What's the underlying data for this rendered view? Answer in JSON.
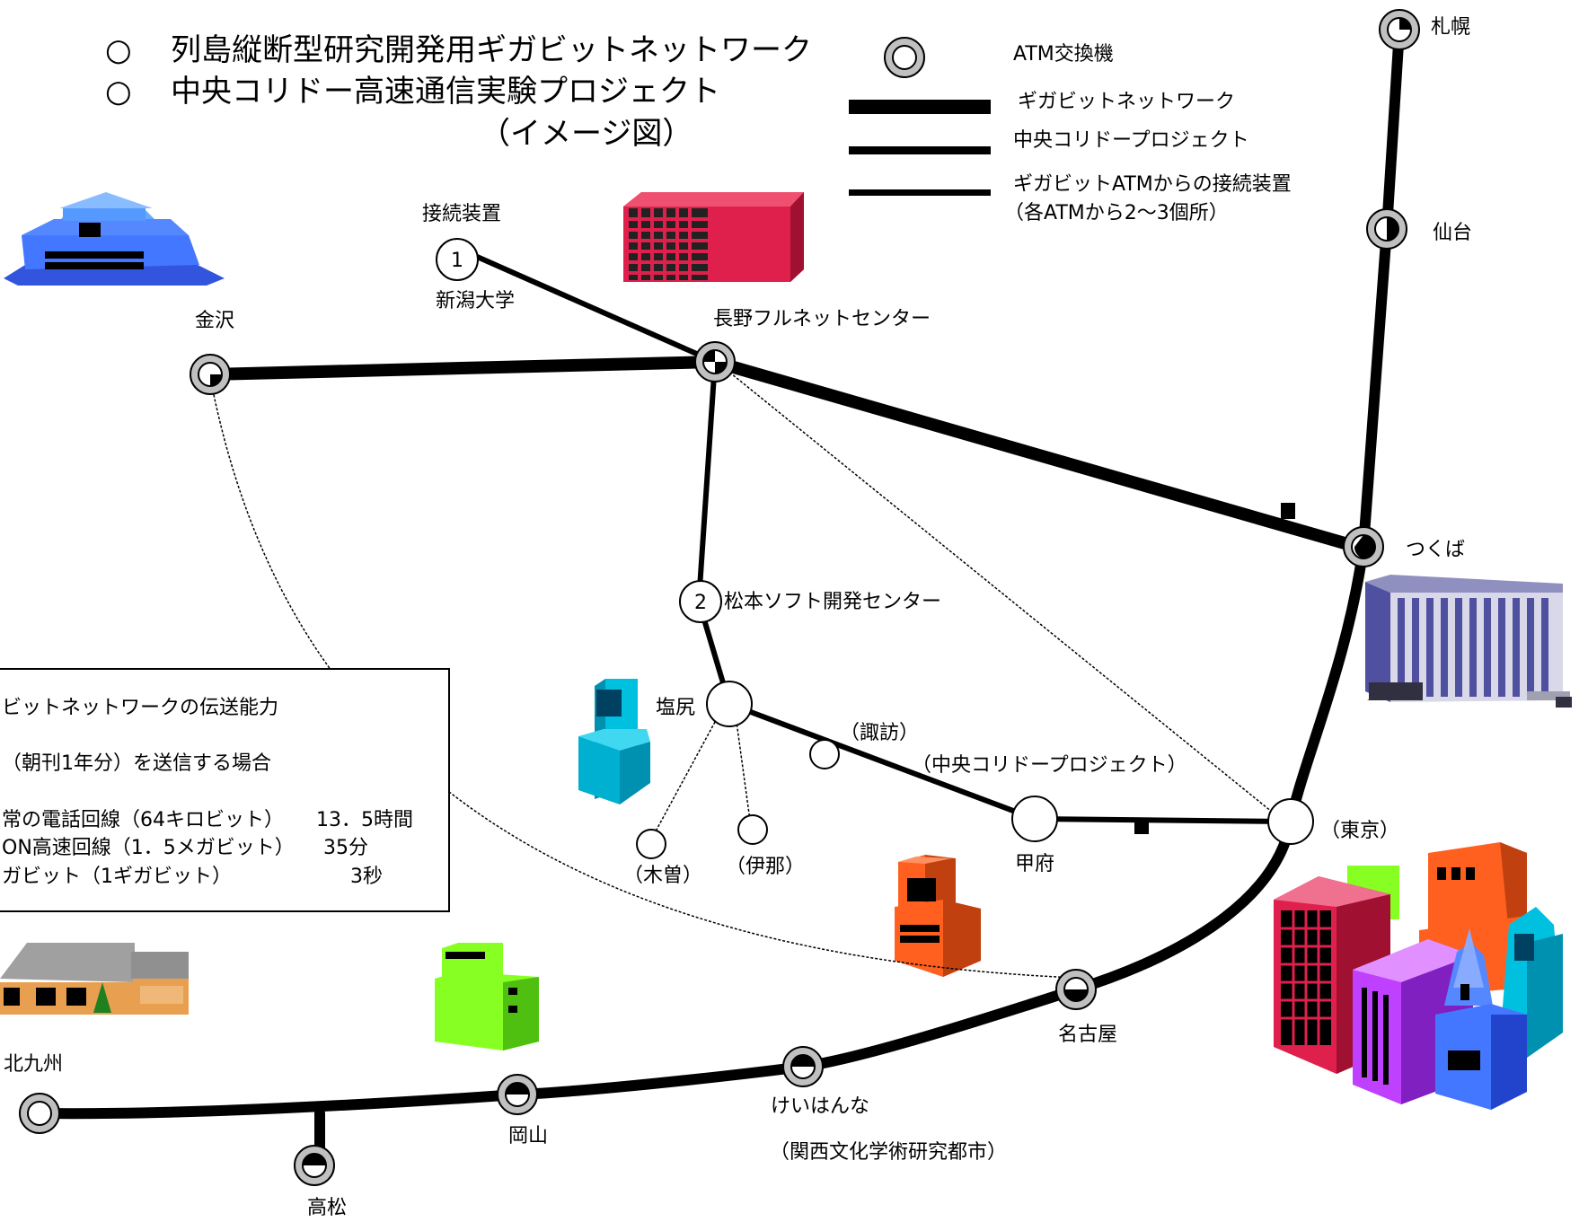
{
  "titles": {
    "line1": "列島縦断型研究開発用ギガビットネットワーク",
    "line2": "中央コリドー高速通信実験プロジェクト",
    "subtitle": "（イメージ図）",
    "bullet": "○"
  },
  "legend": {
    "atm": "ATM交換機",
    "gigabit": "ギガビットネットワーク",
    "corridor": "中央コリドープロジェクト",
    "connector_line1": "ギガビットATMからの接続装置",
    "connector_line2": "（各ATMから2～3個所）"
  },
  "connector_label": "接続装置",
  "places": {
    "sapporo": "札幌",
    "sendai": "仙台",
    "tsukuba": "つくば",
    "kanazawa": "金沢",
    "nagano": "長野フルネットセンター",
    "niigata": "新潟大学",
    "matsumoto": "松本ソフト開発センター",
    "shiojiri": "塩尻",
    "suwa": "（諏訪）",
    "corridor_project": "（中央コリドープロジェクト）",
    "kofu": "甲府",
    "tokyo": "（東京）",
    "kiso": "（木曽）",
    "ina": "（伊那）",
    "nagoya": "名古屋",
    "keihanna": "けいはんな",
    "kansai": "（関西文化学術研究都市）",
    "okayama": "岡山",
    "takamatsu": "高松",
    "kitakyushu": "北九州"
  },
  "node_numbers": {
    "niigata": "1",
    "matsumoto": "2"
  },
  "info_box": {
    "line1": "ビットネットワークの伝送能力",
    "line2": "（朝刊1年分）を送信する場合",
    "rows": [
      {
        "label": "常の電話回線（64キロビット）",
        "value": "13．5時間"
      },
      {
        "label": "ON高速回線（1．5メガビット）",
        "value": "35分"
      },
      {
        "label": "ガビット（1ギガビット）",
        "value": "3秒"
      }
    ]
  },
  "colors": {
    "line": "#000000",
    "atm_fill": "#c0c0c0",
    "building_blue": "#3366ff",
    "building_red": "#e0204c",
    "building_cyan": "#00c0e0",
    "building_orange": "#ff6020",
    "building_green": "#88ff22",
    "building_purple": "#c040ff",
    "building_gray": "#9090a8"
  }
}
